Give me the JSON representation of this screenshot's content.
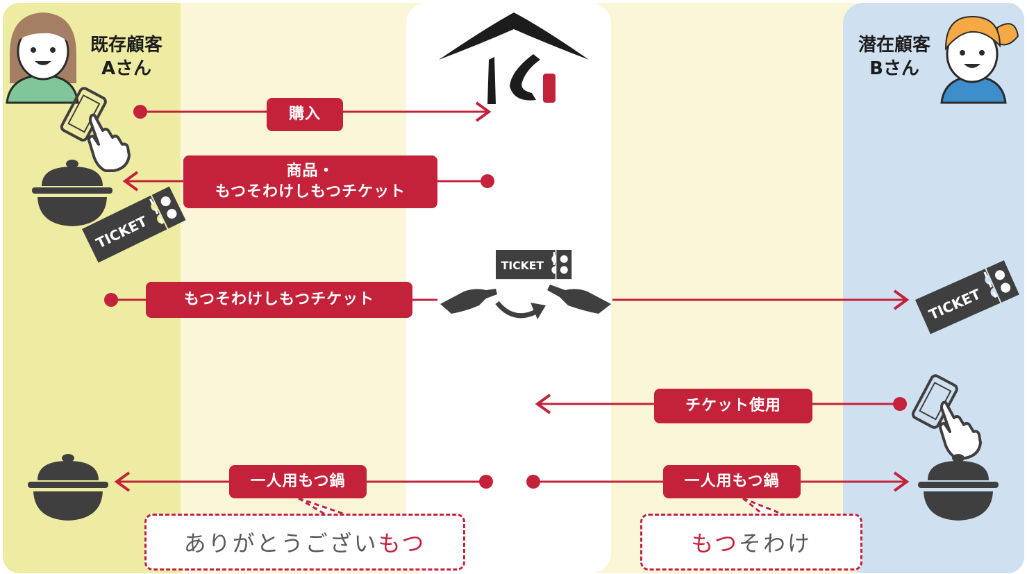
{
  "colors": {
    "accent": "#c4213a",
    "zone_left": "#eeeca2",
    "zone_middle": "#fbf6d8",
    "zone_center": "#ffffff",
    "zone_right": "#cfe1f1",
    "icon_dark": "#3f3f3f"
  },
  "persons": {
    "existing": {
      "line1": "既存顧客",
      "line2": "Aさん"
    },
    "potential": {
      "line1": "潜在顧客",
      "line2": "Bさん"
    }
  },
  "flows": {
    "purchase": "購入",
    "goods_line1": "商品・",
    "goods_line2": "もつそわけしもつチケット",
    "ticket_transfer": "もつそわけしもつチケット",
    "ticket_use": "チケット使用",
    "solo_pot_left": "一人用もつ鍋",
    "solo_pot_right": "一人用もつ鍋"
  },
  "bubbles": {
    "left_plain": "ありがとうござい",
    "left_accent": "もつ",
    "right_accent": "もつ",
    "right_plain": "そわけ"
  },
  "ticket_text": "TICKET",
  "icons": [
    "woman-avatar-icon",
    "girl-avatar-icon",
    "smartphone-tap-icon",
    "hot-pot-icon",
    "ticket-icon",
    "handover-hands-icon",
    "brand-logo-icon"
  ]
}
